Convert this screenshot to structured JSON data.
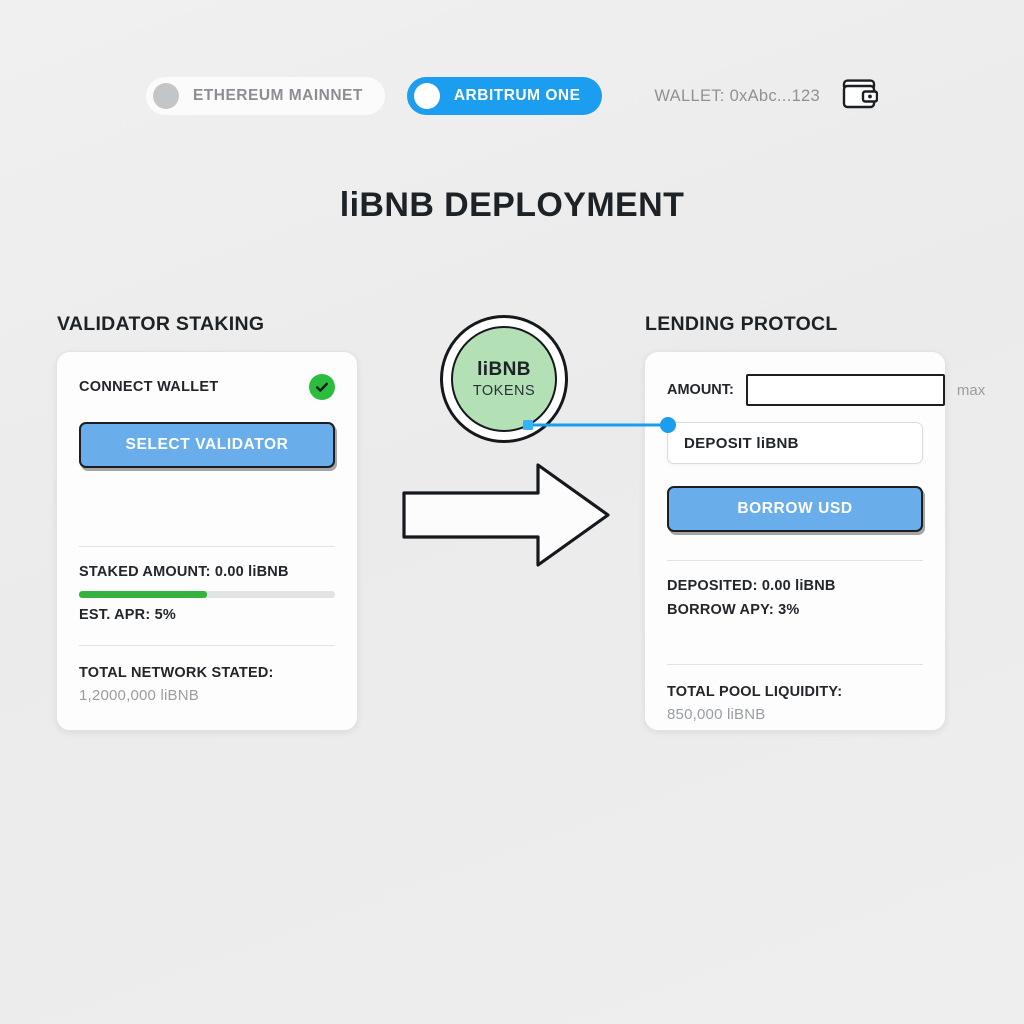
{
  "topbar": {
    "networks": [
      {
        "label": "ETHEREUM MAINNET",
        "active": false
      },
      {
        "label": "ARBITRUM ONE",
        "active": true
      }
    ],
    "wallet_label": "WALLET: 0xAbc...123",
    "wallet_icon": "wallet-icon"
  },
  "title": "liBNB DEPLOYMENT",
  "left_panel": {
    "heading": "VALIDATOR STAKING",
    "connect_label": "CONNECT WALLET",
    "connect_status_icon": "check-circle-icon",
    "primary_button": "SELECT VALIDATOR",
    "staked_amount": "STAKED AMOUNT: 0.00 liBNB",
    "progress_percent": 50,
    "apr": "EST. APR: 5%",
    "total_label": "TOTAL NETWORK STATED:",
    "total_value": "1,2000,000 liBNB"
  },
  "token": {
    "symbol": "liBNB",
    "caption": "TOKENS"
  },
  "right_panel": {
    "heading": "LENDING PROTOCL",
    "amount_label": "AMOUNT:",
    "amount_value": "",
    "amount_placeholder": "",
    "max_label": "max",
    "deposit_field": "DEPOSIT liBNB",
    "primary_button": "BORROW USD",
    "deposited": "DEPOSITED: 0.00 liBNB",
    "borrow_apy": "BORROW APY: 3%",
    "pool_label": "TOTAL POOL LIQUIDITY:",
    "pool_value": "850,000 liBNB"
  },
  "colors": {
    "accent_blue": "#1b9df0",
    "button_blue": "#69aeea",
    "success_green": "#2bbd3d",
    "progress_green": "#35b33f",
    "token_green": "#b4e0b6",
    "background": "#eeeeee"
  }
}
